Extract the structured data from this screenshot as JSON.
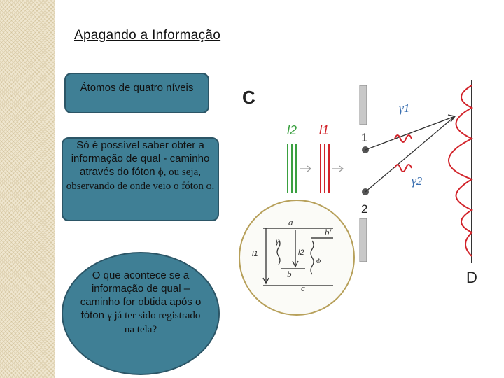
{
  "slide": {
    "title": "Apagando a Informação",
    "box1": {
      "text": "Átomos de quatro níveis"
    },
    "box2": {
      "sans_text": "Só é possível saber obter a informação de qual - caminho através do fóton",
      "phi": "ϕ",
      "serif_text": ", ou seja, observando de onde veio o fóton ϕ."
    },
    "oval": {
      "sans_text": "O que acontece se a informação de qual – caminho for obtida após o fóton",
      "gamma": "γ",
      "serif_text": " já ter sido registrado na tela?"
    }
  },
  "figure": {
    "panel_label": "C",
    "beam_labels": [
      "l2",
      "l1"
    ],
    "slit_labels": [
      "1",
      "2"
    ],
    "gamma1": "γ1",
    "gamma2": "γ2",
    "screen_label": "D",
    "levels": [
      "a",
      "b'",
      "b",
      "c"
    ],
    "phi_label": "ϕ",
    "gamma_inset": "γ",
    "inset_l1": "l1",
    "inset_l2": "l2",
    "colors": {
      "green": "#3aa040",
      "red": "#d2232a",
      "box_fill": "#3f7f95",
      "circle": "#b7a05a"
    }
  }
}
